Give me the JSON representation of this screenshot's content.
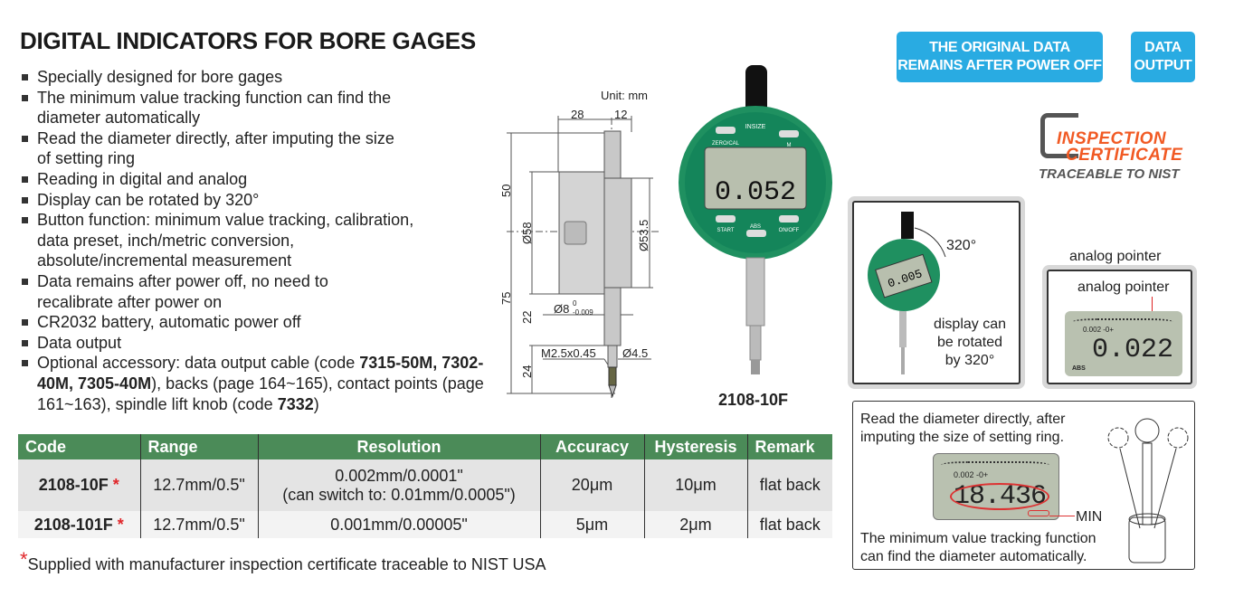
{
  "title": "DIGITAL INDICATORS FOR BORE GAGES",
  "features": [
    "Specially designed for bore gages",
    "The minimum value tracking function can find the diameter automatically",
    "Read the diameter directly, after imputing the size of setting ring",
    "Reading in digital and analog",
    "Display can be rotated by 320°",
    "Button function: minimum value tracking, calibration, data preset, inch/metric conversion, absolute/incremental measurement",
    "Data remains after power off, no need to recalibrate after power on",
    "CR2032 battery, automatic power off",
    "Data output"
  ],
  "accessory": {
    "prefix": "Optional accessory: data output cable (code ",
    "codes1": "7315-50M, 7302-40M, 7305-40M",
    "mid": "), backs (page 164~165), contact points (page 161~163), spindle lift knob (code ",
    "code2": "7332",
    "suffix": ")"
  },
  "drawing": {
    "unit": "Unit: mm",
    "dims": [
      "28",
      "12",
      "50",
      "75",
      "Ø58",
      "Ø53.5",
      "22",
      "Ø8",
      "0",
      "-0.009",
      "24",
      "M2.5x0.45",
      "Ø4.5"
    ]
  },
  "product": {
    "caption": "2108-10F",
    "display": "0.052",
    "brand": "INSIZE",
    "buttons": [
      "ZERO/CAL",
      "M",
      "START",
      "ABS",
      "ON/OFF"
    ]
  },
  "badges": {
    "original_data": [
      "THE ORIGINAL DATA",
      "REMAINS AFTER POWER OFF"
    ],
    "data_output": [
      "DATA",
      "OUTPUT"
    ]
  },
  "certificate": {
    "line1": "INSPECTION",
    "line2": "CERTIFICATE",
    "line3": "TRACEABLE TO NIST"
  },
  "rotate_panel": {
    "angle": "320°",
    "text": [
      "display can",
      "be rotated",
      "by 320°"
    ],
    "display": "0.005"
  },
  "analog_panel": {
    "heading": "analog pointer",
    "label": "analog pointer",
    "display": "0.022",
    "small": "0.002 -0+",
    "abs": "ABS"
  },
  "min_panel": {
    "top": [
      "Read the diameter directly, after",
      "imputing the size of setting ring."
    ],
    "display": "18.436",
    "small": "0.002 -0+",
    "min": "MIN",
    "bottom": [
      "The minimum value tracking function",
      "can find the diameter automatically."
    ]
  },
  "table": {
    "headers": [
      "Code",
      "Range",
      "Resolution",
      "Accuracy",
      "Hysteresis",
      "Remark"
    ],
    "rows": [
      {
        "code": "2108-10F",
        "star": "*",
        "range": "12.7mm/0.5\"",
        "resolution": "0.002mm/0.0001\"",
        "resolution2": "(can switch to: 0.01mm/0.0005\")",
        "accuracy": "20μm",
        "hysteresis": "10μm",
        "remark": "flat back"
      },
      {
        "code": "2108-101F",
        "star": "*",
        "range": "12.7mm/0.5\"",
        "resolution": "0.001mm/0.00005\"",
        "resolution2": "",
        "accuracy": "5μm",
        "hysteresis": "2μm",
        "remark": "flat back"
      }
    ]
  },
  "footnote": {
    "star": "*",
    "text": "Supplied with manufacturer inspection certificate traceable to NIST USA"
  },
  "colors": {
    "green": "#4b8b58",
    "blue": "#29abe2",
    "orange": "#f15a24",
    "red": "#e0262a"
  }
}
